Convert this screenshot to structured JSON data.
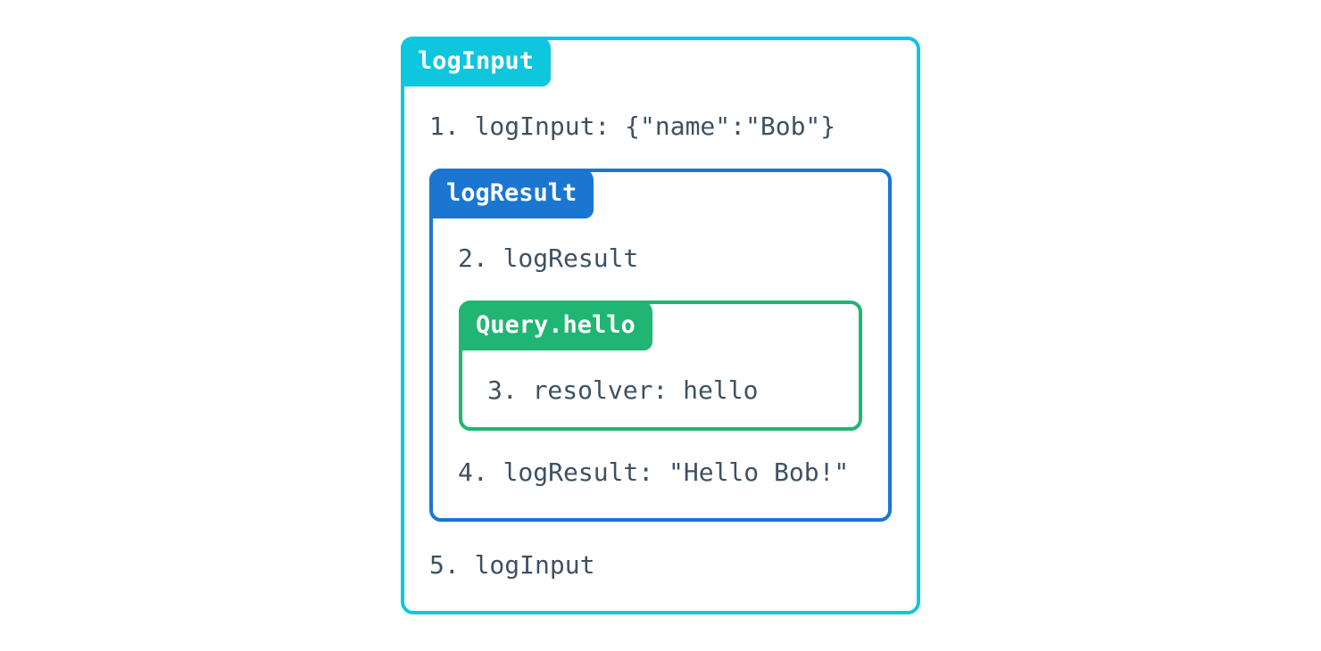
{
  "colors": {
    "cyan": "#0ec6dd",
    "blue": "#1b76d2",
    "green": "#21b573",
    "text": "#3d5161",
    "tab_text": "#ffffff",
    "background": "#ffffff"
  },
  "diagram": {
    "outer": {
      "label": "logInput",
      "step_before": "1. logInput: {\"name\":\"Bob\"}",
      "step_after": "5. logInput",
      "middle": {
        "label": "logResult",
        "step_before": "2. logResult",
        "step_after": "4. logResult: \"Hello Bob!\"",
        "inner": {
          "label": "Query.hello",
          "step": "3. resolver: hello"
        }
      }
    }
  }
}
